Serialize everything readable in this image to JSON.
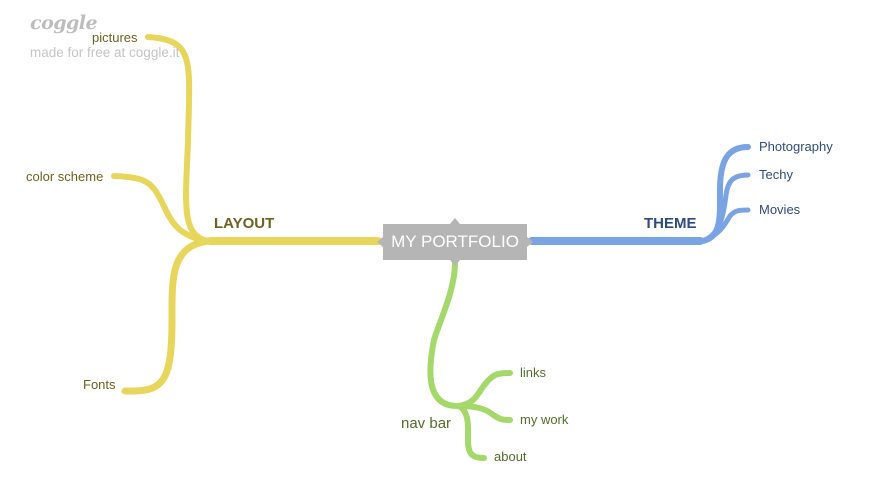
{
  "brand": {
    "logo": "coggle",
    "tagline": "made for free at coggle.it"
  },
  "colors": {
    "layout": "#e8d55b",
    "theme": "#7aa3e3",
    "navbar": "#a5d86a",
    "root_bg": "#b5b5b5"
  },
  "root": {
    "label": "MY PORTFOLIO"
  },
  "branches": {
    "layout": {
      "label": "LAYOUT",
      "children": [
        "pictures",
        "color scheme",
        "Fonts"
      ]
    },
    "theme": {
      "label": "THEME",
      "children": [
        "Photography",
        "Techy",
        "Movies"
      ]
    },
    "navbar": {
      "label": "nav bar",
      "children": [
        "links",
        "my work",
        "about"
      ]
    }
  }
}
